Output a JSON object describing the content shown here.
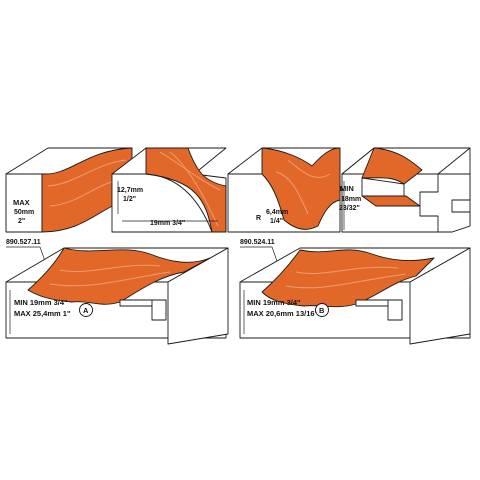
{
  "colors": {
    "profile": "#e2682a",
    "line": "#1a1a1a",
    "background": "#ffffff"
  },
  "top": {
    "d1": {
      "max_label": "MAX",
      "mm": "50mm",
      "inch": "2\""
    },
    "d2": {
      "height_mm": "12,7mm",
      "height_inch": "1/2\"",
      "width": "19mm 3/4\""
    },
    "d3": {
      "r": "R",
      "mm": "6,4mm",
      "inch": "1/4\""
    },
    "d4": {
      "min_label": "MIN",
      "mm": "18mm",
      "inch": "23/32\""
    }
  },
  "bottom": {
    "a": {
      "code": "890.527.11",
      "min": "MIN 19mm 3/4\"",
      "max": "MAX 25,4mm 1\"",
      "badge": "A"
    },
    "b": {
      "code": "890.524.11",
      "min": "MIN 19mm 3/4\"",
      "max": "MAX 20,6mm 13/16\"",
      "badge": "B"
    }
  }
}
